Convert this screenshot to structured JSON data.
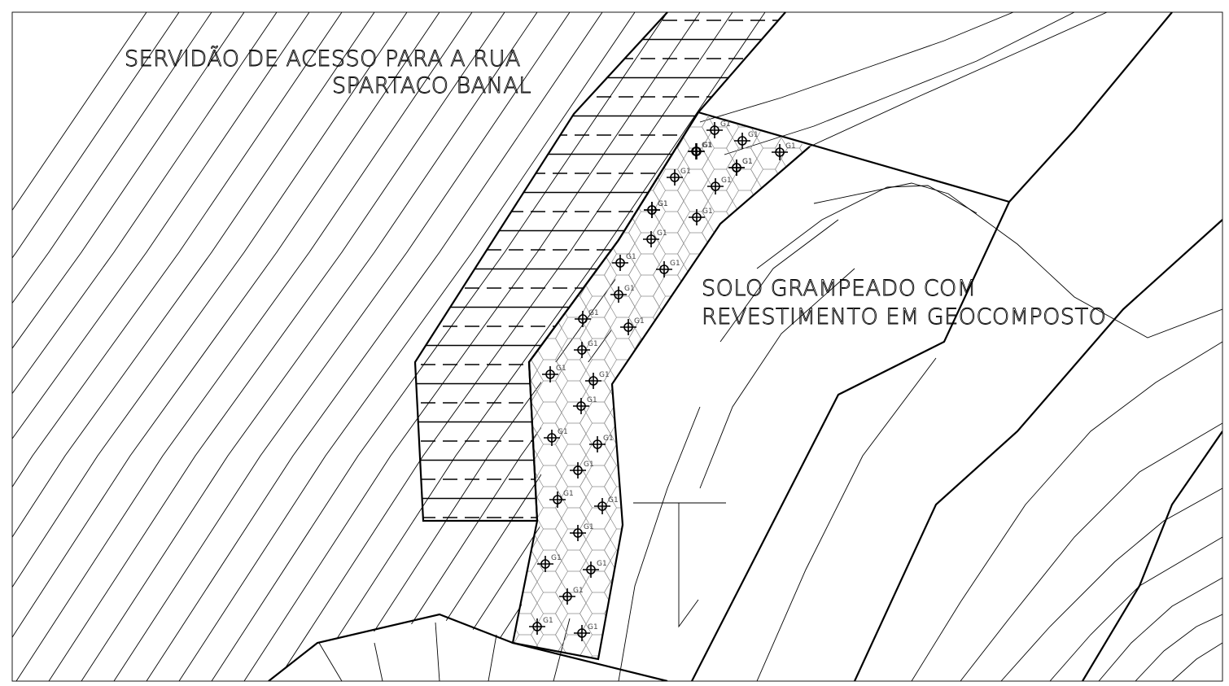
{
  "labels": {
    "servidao_line1": "SERVIDÃO DE ACESSO PARA A RUA",
    "servidao_line2": "SPARTACO BANAL",
    "solo_line1": "SOLO GRAMPEADO COM",
    "solo_line2": "REVESTIMENTO EM GEOCOMPOSTO"
  },
  "nail_tag": "G1",
  "nail_count": 33,
  "colors": {
    "line": "#000000",
    "hex_pattern": "#8a8a8a",
    "background": "#ffffff"
  },
  "icons": {
    "nail_marker": "crosshair-circle-icon",
    "section_marker": "section-cut-icon"
  }
}
